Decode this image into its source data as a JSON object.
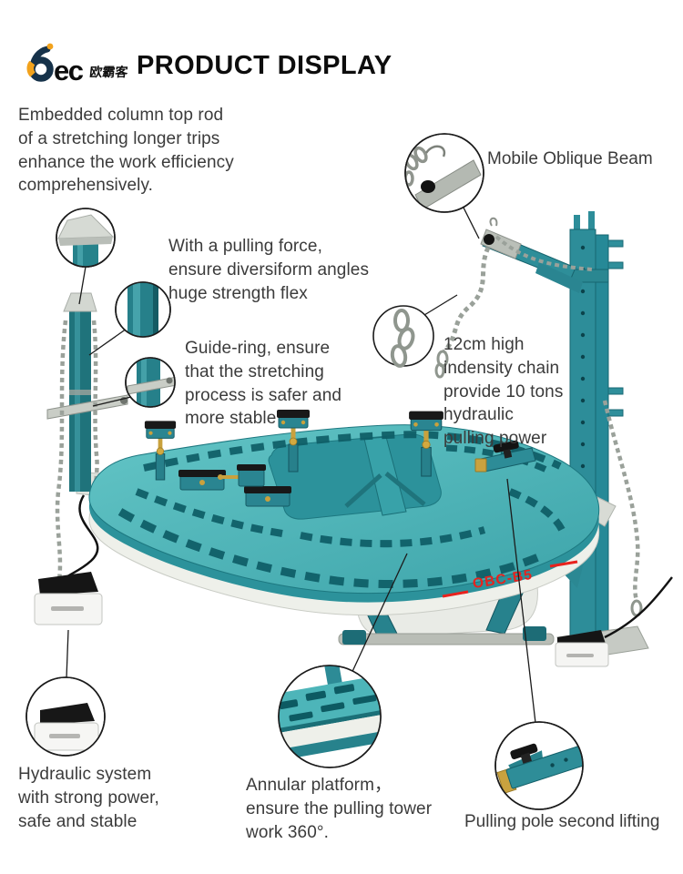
{
  "header": {
    "logo": {
      "symbol_letter": "o",
      "latin": "ec",
      "chinese": "欧霸客"
    },
    "title": "PRODUCT DISPLAY"
  },
  "notes": {
    "embedded_column": "Embedded column top rod\nof a stretching longer trips\nenhance the work efficiency\ncomprehensively.",
    "mobile_oblique_beam": "Mobile Oblique Beam",
    "pulling_force": "With a pulling force,\nensure diversiform angles\nhuge strength flex",
    "guide_ring": "Guide-ring, ensure\nthat the stretching\nprocess is safer and\nmore stable",
    "chain": "12cm high\nindensity chain\nprovide 10 tons\nhydraulic\npulling power",
    "hydraulic": "Hydraulic system\nwith strong power,\nsafe and stable",
    "annular": "Annular platform，\nensure the pulling tower\nwork 360°.",
    "pulling_pole": "Pulling pole second lifting"
  },
  "machine": {
    "model_label": "OBC-B5"
  },
  "colors": {
    "teal_deck": "#4db5b9",
    "teal_frame": "#2d8d99",
    "teal_dark": "#14606a",
    "rim_white": "#eef0ea",
    "metal_grey": "#bcc0ba",
    "chain_grey": "#9aa19a",
    "accent_red": "#e8221d",
    "logo_navy": "#16324a",
    "logo_orange": "#f2a21c",
    "text_dark": "#3b3b3b",
    "black": "#141414"
  }
}
